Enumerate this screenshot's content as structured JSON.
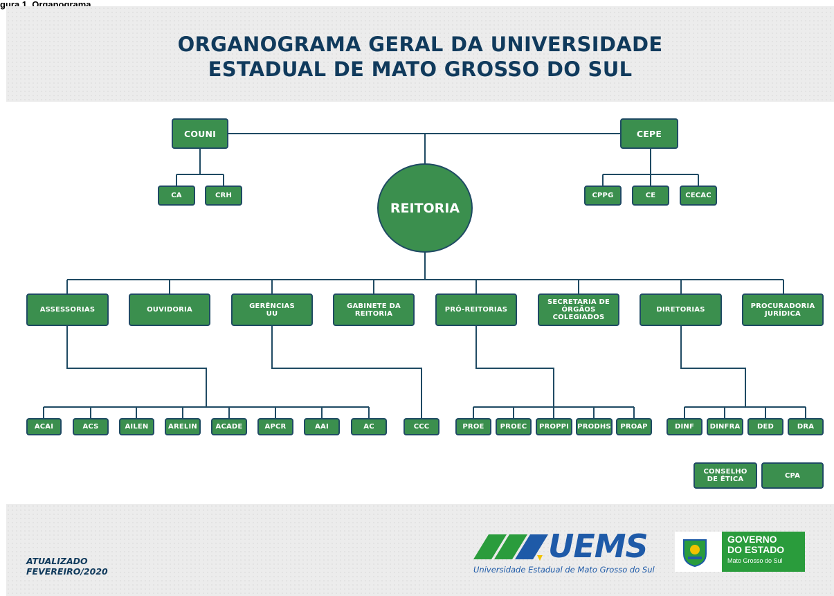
{
  "caption": "gura 1. Organograma",
  "title": {
    "line1": "ORGANOGRAMA GERAL DA UNIVERSIDADE",
    "line2": "ESTADUAL DE MATO GROSSO DO SUL"
  },
  "center": "REITORIA",
  "councils": {
    "couni": "COUNI",
    "cepe": "CEPE",
    "couni_children": [
      "CA",
      "CRH"
    ],
    "cepe_children": [
      "CPPG",
      "CE",
      "CECAC"
    ]
  },
  "branches": [
    "ASSESSORIAS",
    "OUVIDORIA",
    "GERÊNCIAS\nUU",
    "GABINETE DA\nREITORIA",
    "PRÓ-REITORIAS",
    "SECRETARIA DE\nÓRGÃOS\nCOLEGIADOS",
    "DIRETORIAS",
    "PROCURADORIA\nJURÍDICA"
  ],
  "assessorias_children": [
    "ACAI",
    "ACS",
    "AILEN",
    "ARELIN",
    "ACADE",
    "APCR",
    "AAI",
    "AC"
  ],
  "gerencias_children": [
    "CCC"
  ],
  "proreitorias_children": [
    "PROE",
    "PROEC",
    "PROPPI",
    "PRODHS",
    "PROAP"
  ],
  "diretorias_children": [
    "DINF",
    "DINFRA",
    "DED",
    "DRA"
  ],
  "others": [
    "CONSELHO\nDE ÉTICA",
    "CPA"
  ],
  "footer": {
    "updated_line1": "ATUALIZADO",
    "updated_line2": "FEVEREIRO/2020",
    "uems_name": "UEMS",
    "uems_subtitle": "Universidade Estadual de Mato Grosso do Sul",
    "gov_line1": "GOVERNO",
    "gov_line2": "DO ESTADO",
    "gov_line3": "Mato Grosso do Sul"
  },
  "colors": {
    "box_fill": "#3b8f4e",
    "box_border": "#1f4a63",
    "title": "#103a5c",
    "lines": "#1f4a63"
  }
}
